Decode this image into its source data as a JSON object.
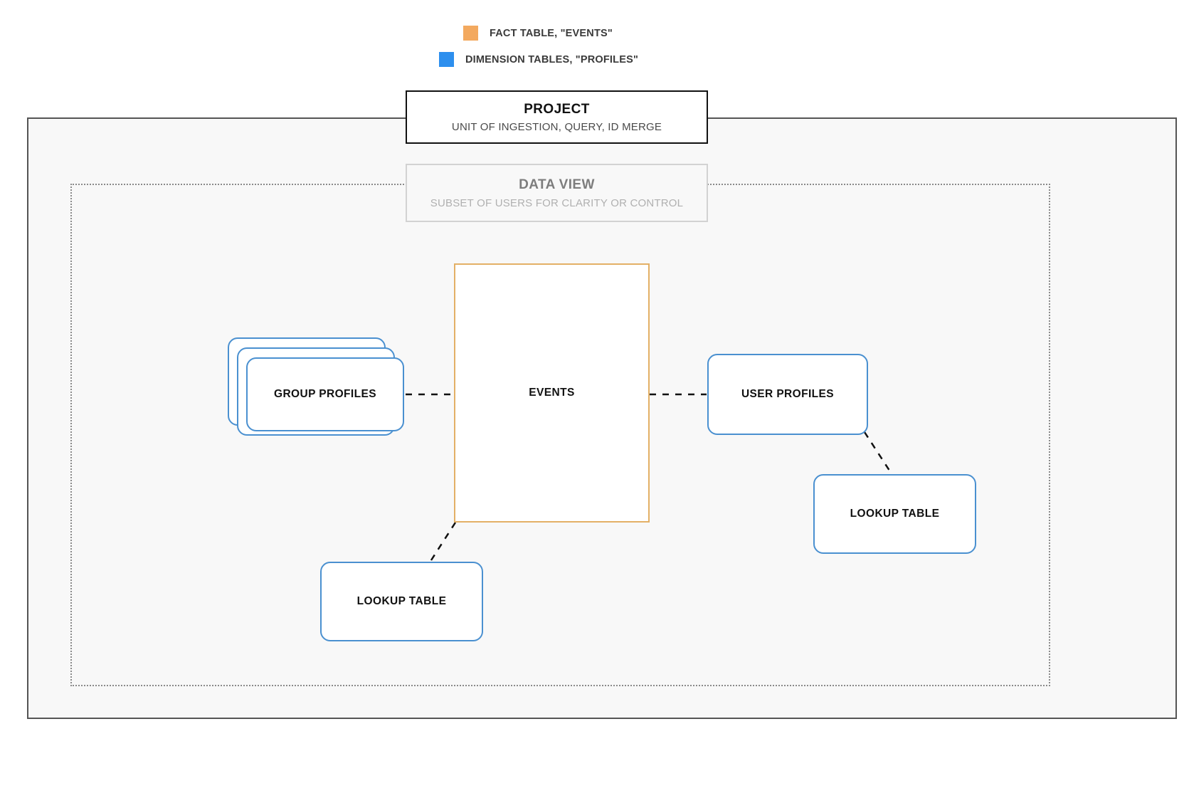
{
  "legend": {
    "items": [
      {
        "label": "FACT TABLE, \"EVENTS\"",
        "color": "#F3A95F",
        "icon": "orange-square-swatch"
      },
      {
        "label": "DIMENSION TABLES, \"PROFILES\"",
        "color": "#2D8FEE",
        "icon": "blue-square-swatch"
      }
    ]
  },
  "project": {
    "title": "PROJECT",
    "subtitle": "UNIT OF INGESTION, QUERY, ID MERGE",
    "border_color": "#111111"
  },
  "data_view": {
    "title": "DATA VIEW",
    "subtitle": "SUBSET OF USERS FOR CLARITY OR CONTROL",
    "border_color": "#d2d2d2"
  },
  "nodes": {
    "events": {
      "label": "EVENTS",
      "type": "fact-table",
      "color": "#E3B066"
    },
    "group_profiles": {
      "label": "GROUP PROFILES",
      "type": "dimension-table-stack",
      "color": "#4A90D0",
      "stack_count": 3
    },
    "user_profiles": {
      "label": "USER PROFILES",
      "type": "dimension-table",
      "color": "#4A90D0"
    },
    "lookup_table_left": {
      "label": "LOOKUP TABLE",
      "type": "lookup-table",
      "color": "#4A90D0"
    },
    "lookup_table_right": {
      "label": "LOOKUP TABLE",
      "type": "lookup-table",
      "color": "#4A90D0"
    }
  },
  "connections": [
    {
      "from": "GROUP PROFILES",
      "to": "EVENTS",
      "style": "dashed"
    },
    {
      "from": "EVENTS",
      "to": "USER PROFILES",
      "style": "dashed"
    },
    {
      "from": "EVENTS",
      "to": "LOOKUP TABLE",
      "style": "dashed"
    },
    {
      "from": "USER PROFILES",
      "to": "LOOKUP TABLE",
      "style": "dashed"
    }
  ]
}
